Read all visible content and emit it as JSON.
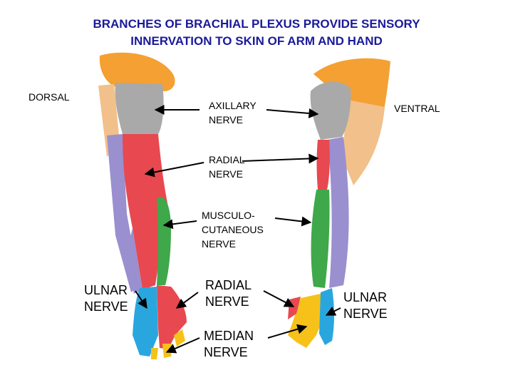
{
  "title": {
    "line1": "BRANCHES OF BRACHIAL PLEXUS PROVIDE SENSORY",
    "line2": "INNERVATION TO SKIN OF ARM AND HAND"
  },
  "views": {
    "dorsal": "DORSAL",
    "ventral": "VENTRAL"
  },
  "labels": {
    "axillary": [
      "AXILLARY",
      "NERVE"
    ],
    "radial_upper": [
      "RADIAL",
      "NERVE"
    ],
    "musculocutaneous": [
      "MUSCULO-",
      "CUTANEOUS",
      "NERVE"
    ],
    "ulnar_left": [
      "ULNAR",
      "NERVE"
    ],
    "radial_lower": [
      "RADIAL",
      "NERVE"
    ],
    "median": [
      "MEDIAN",
      "NERVE"
    ],
    "ulnar_right": [
      "ULNAR",
      "NERVE"
    ]
  },
  "colors": {
    "title": "#1a1a9a",
    "skin": "#f2c08a",
    "shoulder": "#f4a033",
    "axillary_region": "#a9a9a9",
    "radial_region": "#e8484f",
    "musculocutaneous_region": "#3fa84a",
    "medial_cutaneous_region": "#9a8fcf",
    "ulnar_region": "#2aa6df",
    "median_region": "#f6c21a"
  }
}
